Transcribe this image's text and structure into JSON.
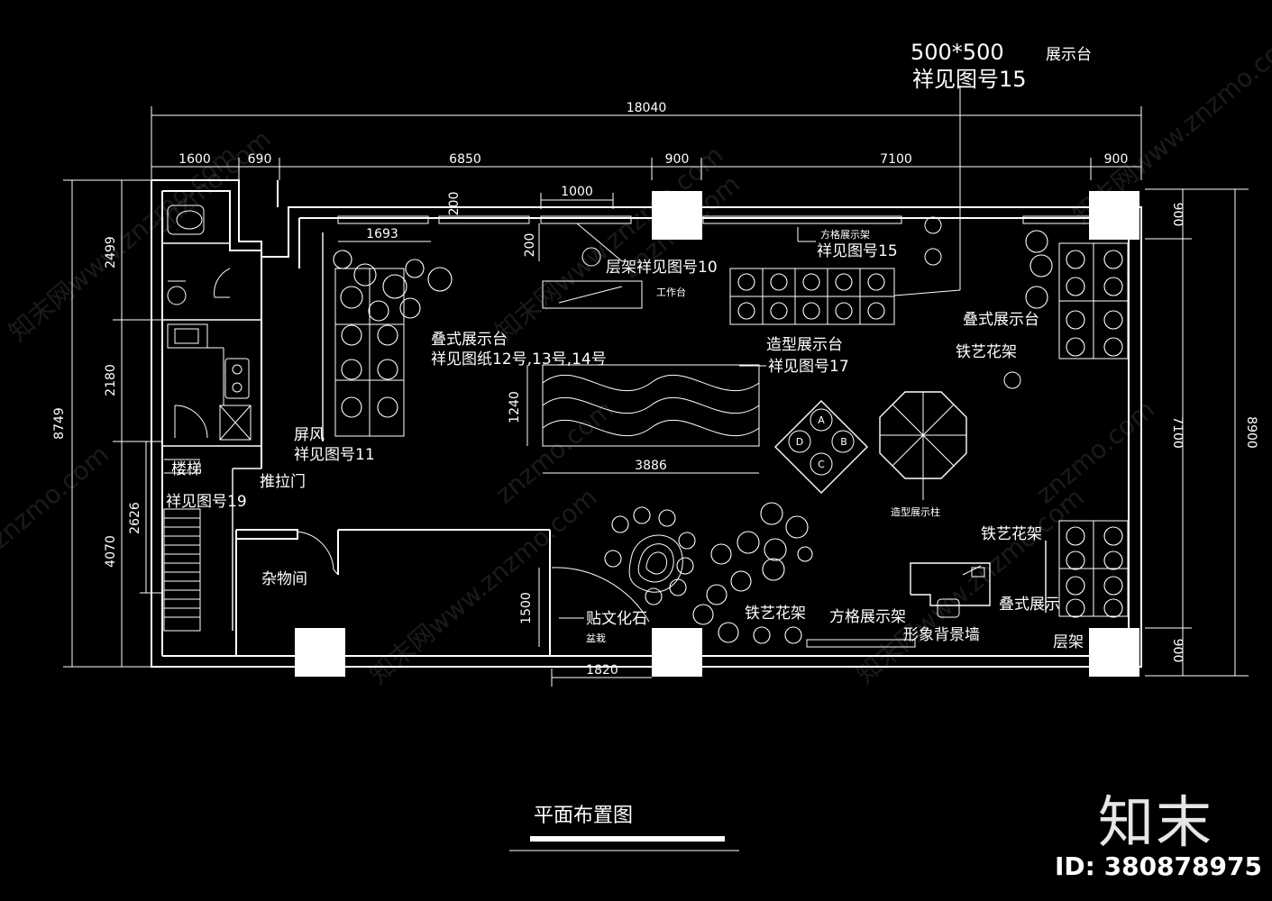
{
  "title": "平面布置图",
  "dimensions": {
    "total_width": "18040",
    "top_segments": [
      "1600",
      "690",
      "6850",
      "900",
      "7100",
      "900"
    ],
    "left_total": "8749",
    "left_segments": [
      "2499",
      "2180",
      "4070",
      "2626"
    ],
    "right_total": "8900",
    "right_segments": [
      "900",
      "7100",
      "900"
    ],
    "inner": {
      "d200_a": "200",
      "d200_b": "200",
      "d1000": "1000",
      "d1693": "1693",
      "d1240": "1240",
      "d3886": "3886",
      "d1500": "1500",
      "d1820": "1820"
    }
  },
  "labels": {
    "display_500_line1": "500*500",
    "display_500_line1_suffix": "展示台",
    "display_500_line2": "祥见图号15",
    "shelf_10": "层架祥见图号10",
    "workbench": "工作台",
    "grid_shelf_top_1": "方格展示架",
    "grid_shelf_top_2": "祥见图号15",
    "stack_display_left_1": "叠式展示台",
    "stack_display_left_2": "祥见图纸12号,13号,14号",
    "shaped_display_1": "造型展示台",
    "shaped_display_2": "祥见图号17",
    "screen_1": "屏风",
    "screen_2": "祥见图号11",
    "stairs_1": "楼梯",
    "stairs_2": "祥见图号19",
    "sliding_door": "推拉门",
    "storage": "杂物间",
    "culture_stone": "贴文化石",
    "culture_stone_small": "盆栽",
    "iron_flower_stand_1": "铁艺花架",
    "iron_flower_stand_2": "铁艺花架",
    "iron_flower_stand_3": "铁艺花架",
    "stack_display_right_1": "叠式展示台",
    "stack_display_right_2": "叠式展示",
    "grid_shelf_bottom": "方格展示架",
    "image_wall": "形象背景墙",
    "layer_shelf": "层架",
    "shaped_column": "造型展示柱",
    "diamond_a": "A",
    "diamond_b": "B",
    "diamond_c": "C",
    "diamond_d": "D"
  },
  "watermark": {
    "site": "znzmo.com",
    "site_full": "知末网www.znzmo.com",
    "brand": "知末",
    "id": "ID: 380878975"
  }
}
